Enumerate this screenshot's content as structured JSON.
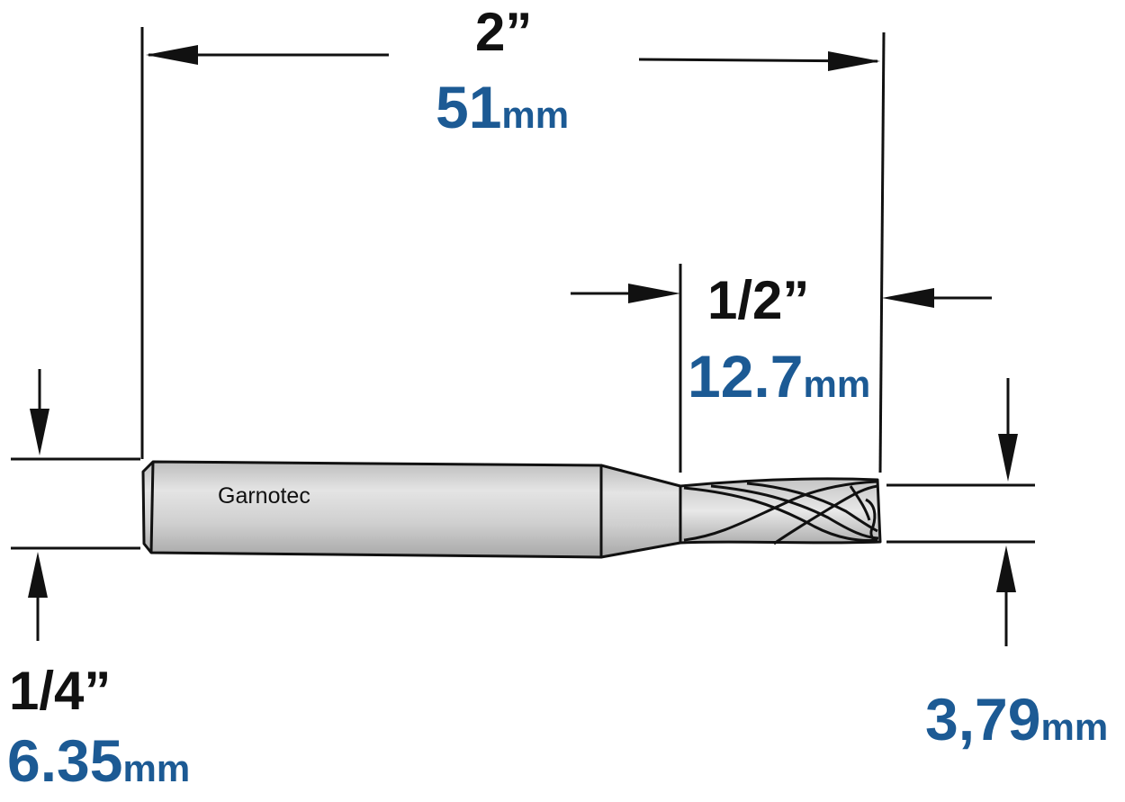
{
  "colors": {
    "line": "#111111",
    "metric_text": "#1c5a94",
    "shank_fill": "#d0d0d0",
    "shank_light": "#e6e6e6",
    "shank_shadow": "#a9a9a9"
  },
  "brand_label": "Garnotec",
  "dimensions": {
    "overall_length": {
      "imperial": "2”",
      "metric_value": "51",
      "metric_unit": "mm"
    },
    "cutting_length": {
      "imperial": "1/2”",
      "metric_value": "12.7",
      "metric_unit": "mm"
    },
    "shank_diameter": {
      "imperial": "1/4”",
      "metric_value": "6.35",
      "metric_unit": "mm"
    },
    "cutting_diameter": {
      "metric_value": "3,79",
      "metric_unit": "mm"
    }
  }
}
